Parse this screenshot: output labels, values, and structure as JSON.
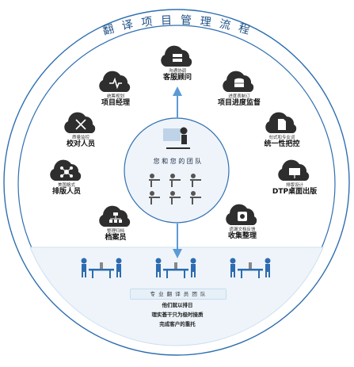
{
  "title": "翻 译 项 目 管 理 流 程",
  "center": {
    "title": "您 和 您 的 团 队"
  },
  "roles": [
    {
      "id": "customer-consultant",
      "sub": "沟通协调",
      "main": "客服顾问",
      "icon": "server-icon"
    },
    {
      "id": "progress-supervisor",
      "sub": "进度表制订",
      "main": "项目进度监督",
      "icon": "database-icon"
    },
    {
      "id": "consistency-control",
      "sub": "句式和专业词",
      "main": "统一性把控",
      "icon": "document-icon"
    },
    {
      "id": "dtp-publishing",
      "sub": "排版设计",
      "main": "DTP桌面出版",
      "icon": "presentation-icon"
    },
    {
      "id": "collection-organizer",
      "sub": "遗漏文档反馈",
      "main": "收集整理",
      "icon": "hard-drive-icon"
    },
    {
      "id": "archivist",
      "sub": "整理归档",
      "main": "档案员",
      "icon": "folder-tree-icon"
    },
    {
      "id": "typesetter",
      "sub": "美国格式",
      "main": "排版人员",
      "icon": "network-icon"
    },
    {
      "id": "proofreader",
      "sub": "质量监控",
      "main": "校对人员",
      "icon": "dna-icon"
    },
    {
      "id": "project-manager",
      "sub": "统筹规划",
      "main": "项目经理",
      "icon": "pulse-icon"
    }
  ],
  "team": {
    "banner": "专 业 翻 译 员 团 队",
    "slogan": [
      "他们就以排日",
      "理实荟干只为极时接质",
      "完成客户的重托"
    ]
  },
  "colors": {
    "ring": "#2f6fb0",
    "ring_light": "#cfe0f0",
    "icon_dark": "#2e2e2e",
    "arrow": "#5b9bd5",
    "center_fill": "#eef4fa",
    "people": "#2c6cb0"
  }
}
